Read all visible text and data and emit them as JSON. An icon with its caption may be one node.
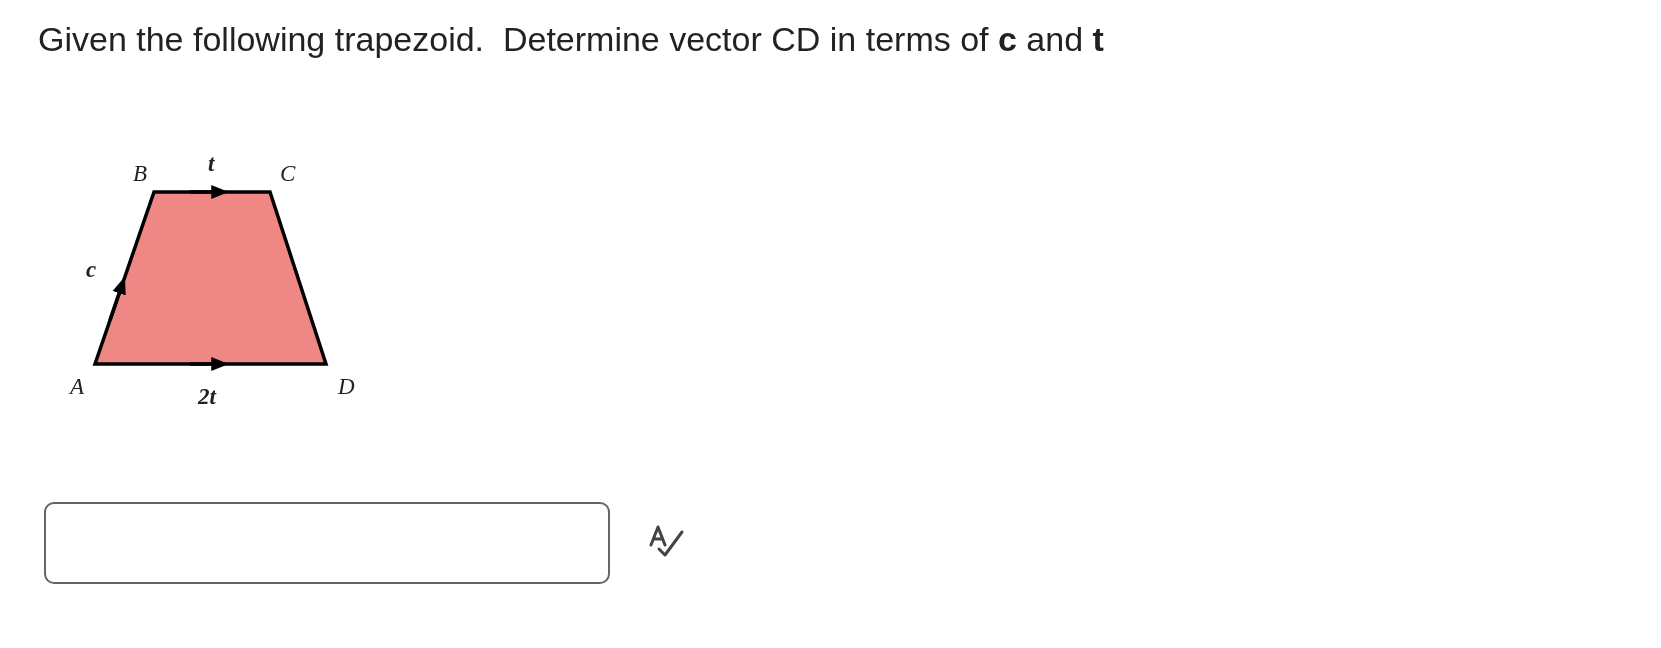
{
  "diagram": {
    "title": "Given the following trapezoid.  Determine vector CD in terms of **c** and **t**",
    "labels": [
      "B",
      "t",
      "C",
      "c",
      "A",
      "2t",
      "D"
    ]
  }
}
